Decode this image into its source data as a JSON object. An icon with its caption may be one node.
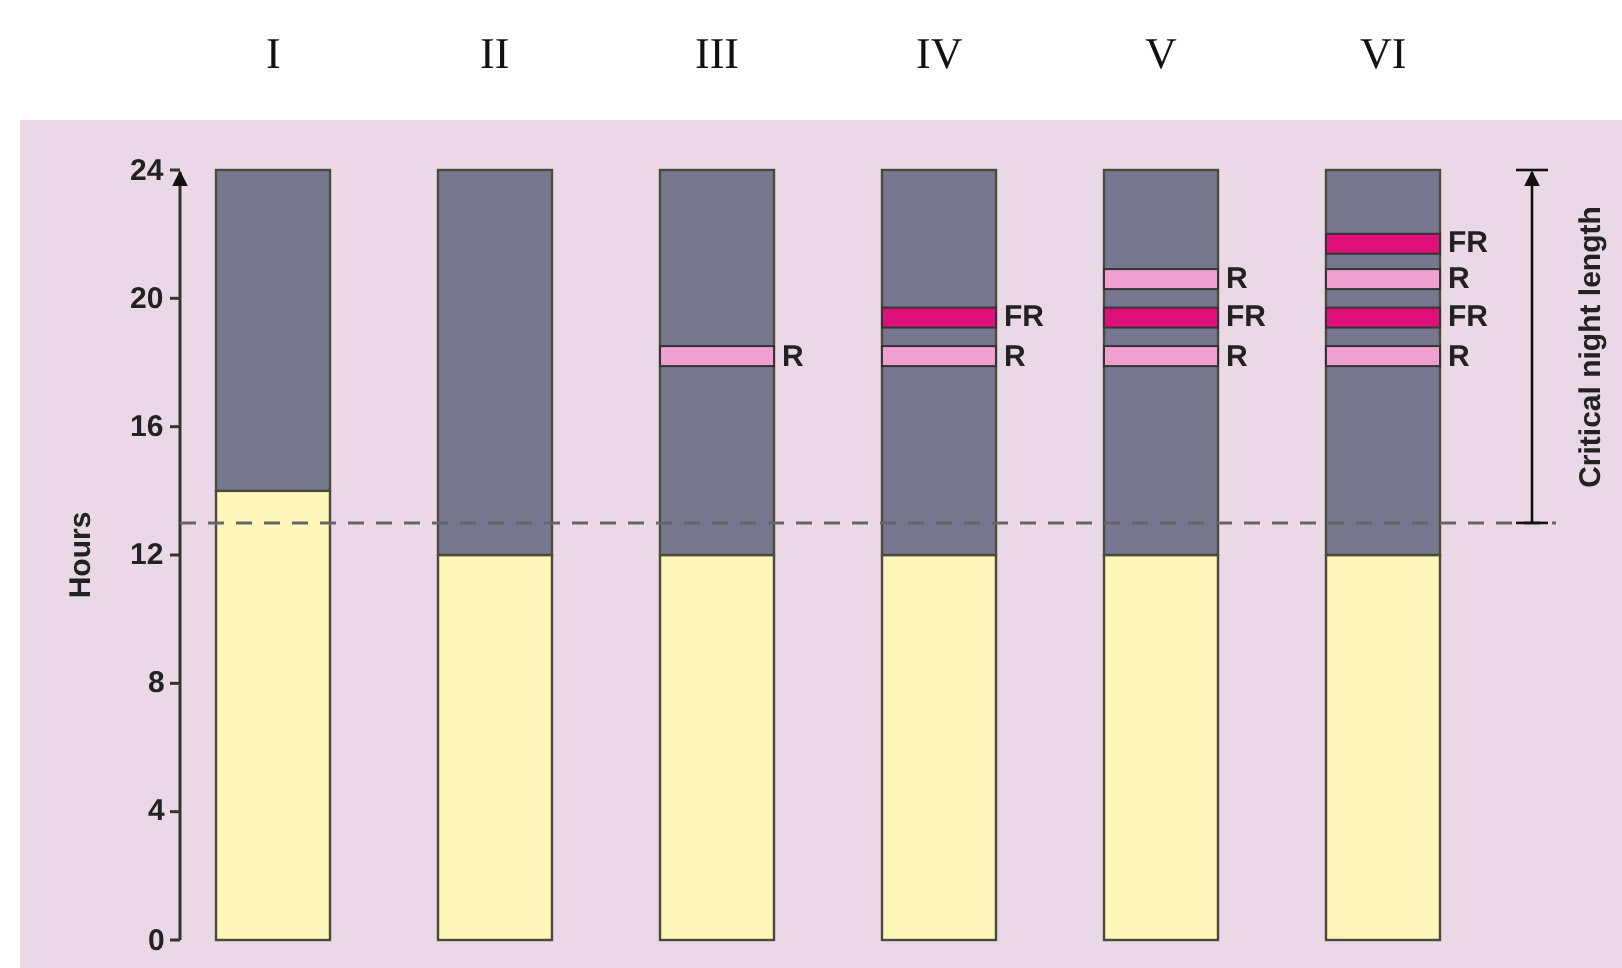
{
  "diagram": {
    "labels": [
      "R",
      "FR",
      "R",
      "R",
      "FR",
      "R",
      "FR",
      "R",
      "FR",
      "R",
      "Critical night length"
    ],
    "chart_data": {
      "type": "bar",
      "stacked": true,
      "ylabel": "Hours",
      "ylim": [
        0,
        24
      ],
      "yticks": [
        0,
        4,
        8,
        12,
        16,
        20,
        24
      ],
      "categories": [
        "I",
        "II",
        "III",
        "IV",
        "V",
        "VI"
      ],
      "series": [
        {
          "color": "#fcf6b8",
          "values": [
            14,
            12,
            12,
            12,
            12,
            12
          ]
        },
        {
          "color": "#777890",
          "values": [
            10,
            12,
            12,
            12,
            12,
            12
          ]
        }
      ],
      "ref_lines": [
        {
          "axis": "y",
          "value": 13
        }
      ]
    }
  }
}
